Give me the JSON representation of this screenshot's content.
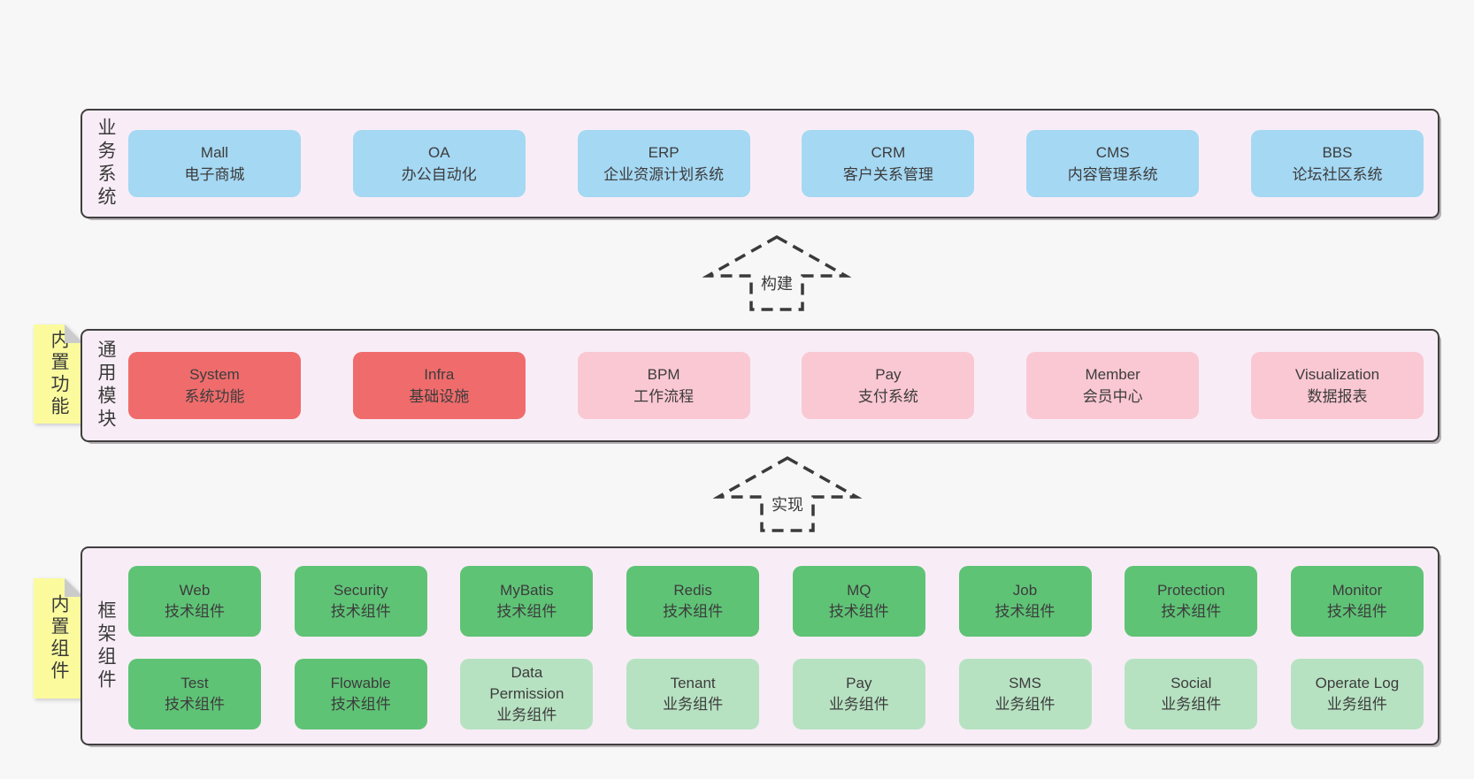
{
  "colors": {
    "page_background": "#f7f7f7",
    "container_fill": "#f8edf6",
    "container_border": "#3f3f3f",
    "blue_box": "#a5d8f3",
    "red_box": "#f06c6c",
    "pink_box": "#fac8d3",
    "green_box": "#5fc376",
    "light_green_box": "#b7e2c2",
    "sticky_yellow": "#fbfb9e",
    "sticky_fold": "#cbcbcb",
    "text": "#3c3c3c"
  },
  "arrows": {
    "build": "构建",
    "implement": "实现"
  },
  "sections": {
    "business": {
      "label": "业务系统",
      "boxes": [
        {
          "title": "Mall",
          "subtitle": "电子商城"
        },
        {
          "title": "OA",
          "subtitle": "办公自动化"
        },
        {
          "title": "ERP",
          "subtitle": "企业资源计划系统"
        },
        {
          "title": "CRM",
          "subtitle": "客户关系管理"
        },
        {
          "title": "CMS",
          "subtitle": "内容管理系统"
        },
        {
          "title": "BBS",
          "subtitle": "论坛社区系统"
        }
      ]
    },
    "modules": {
      "label": "通用模块",
      "sticky": "内置功能",
      "boxes": [
        {
          "title": "System",
          "subtitle": "系统功能"
        },
        {
          "title": "Infra",
          "subtitle": "基础设施"
        },
        {
          "title": "BPM",
          "subtitle": "工作流程"
        },
        {
          "title": "Pay",
          "subtitle": "支付系统"
        },
        {
          "title": "Member",
          "subtitle": "会员中心"
        },
        {
          "title": "Visualization",
          "subtitle": "数据报表"
        }
      ]
    },
    "components": {
      "label": "框架组件",
      "sticky": "内置组件",
      "row1": [
        {
          "title": "Web",
          "subtitle": "技术组件"
        },
        {
          "title": "Security",
          "subtitle": "技术组件"
        },
        {
          "title": "MyBatis",
          "subtitle": "技术组件"
        },
        {
          "title": "Redis",
          "subtitle": "技术组件"
        },
        {
          "title": "MQ",
          "subtitle": "技术组件"
        },
        {
          "title": "Job",
          "subtitle": "技术组件"
        },
        {
          "title": "Protection",
          "subtitle": "技术组件"
        },
        {
          "title": "Monitor",
          "subtitle": "技术组件"
        }
      ],
      "row2": [
        {
          "title": "Test",
          "subtitle": "技术组件"
        },
        {
          "title": "Flowable",
          "subtitle": "技术组件"
        },
        {
          "title": "Data Permission",
          "subtitle": "业务组件"
        },
        {
          "title": "Tenant",
          "subtitle": "业务组件"
        },
        {
          "title": "Pay",
          "subtitle": "业务组件"
        },
        {
          "title": "SMS",
          "subtitle": "业务组件"
        },
        {
          "title": "Social",
          "subtitle": "业务组件"
        },
        {
          "title": "Operate Log",
          "subtitle": "业务组件"
        }
      ]
    }
  }
}
